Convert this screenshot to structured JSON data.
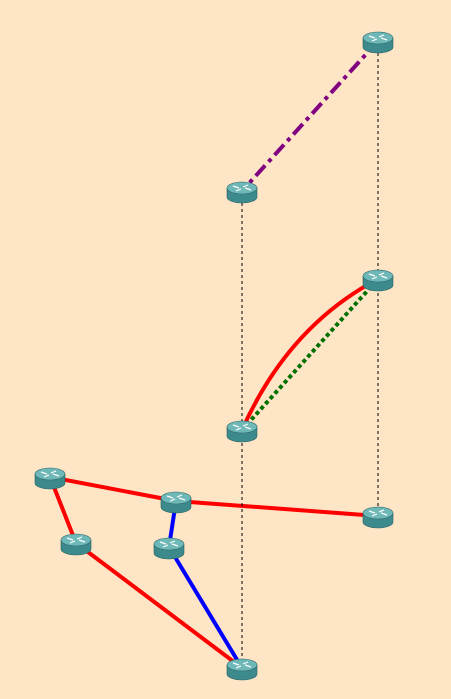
{
  "diagram": {
    "background": "#fde5c6",
    "router_body_color": "#3d8a8c",
    "router_top_color": "#6fb8b8",
    "routers": [
      {
        "id": "r1",
        "icon": "router-icon"
      },
      {
        "id": "r2",
        "icon": "router-icon"
      },
      {
        "id": "r3",
        "icon": "router-icon"
      },
      {
        "id": "r4",
        "icon": "router-icon"
      },
      {
        "id": "r5",
        "icon": "router-icon"
      },
      {
        "id": "r6",
        "icon": "router-icon"
      },
      {
        "id": "r7",
        "icon": "router-icon"
      },
      {
        "id": "r8",
        "icon": "router-icon"
      },
      {
        "id": "r9",
        "icon": "router-icon"
      },
      {
        "id": "r10",
        "icon": "router-icon"
      }
    ],
    "links": [
      {
        "from": "r1",
        "to": "r2",
        "color": "#800080",
        "style": "dash-dot"
      },
      {
        "from": "r3",
        "to": "r4",
        "color": "#ff0000",
        "style": "solid-curved"
      },
      {
        "from": "r3",
        "to": "r4",
        "color": "#007000",
        "style": "dotted"
      },
      {
        "from": "r5",
        "to": "r6",
        "color": "#ff0000",
        "style": "solid"
      },
      {
        "from": "r6",
        "to": "r7",
        "color": "#ff0000",
        "style": "solid"
      },
      {
        "from": "r5",
        "to": "r8",
        "color": "#ff0000",
        "style": "solid"
      },
      {
        "from": "r8",
        "to": "r10",
        "color": "#ff0000",
        "style": "solid"
      },
      {
        "from": "r6",
        "to": "r9",
        "color": "#0000ff",
        "style": "solid"
      },
      {
        "from": "r9",
        "to": "r10",
        "color": "#0000ff",
        "style": "solid"
      },
      {
        "from": "r1",
        "to": "r7",
        "color": "#000000",
        "style": "thin-dotted"
      },
      {
        "from": "r2",
        "to": "r10",
        "color": "#000000",
        "style": "thin-dotted"
      }
    ]
  }
}
